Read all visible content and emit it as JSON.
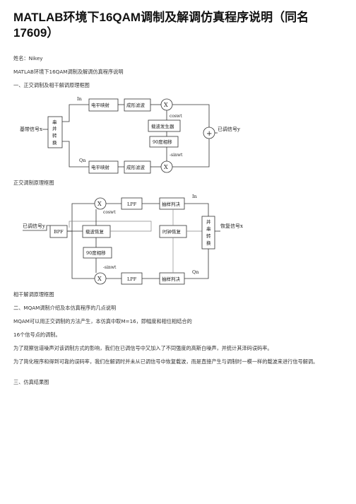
{
  "doc": {
    "title": "MATLAB环境下16QAM调制及解调仿真程序说明（同名17609）",
    "author": "姓名：Nikey",
    "subtitle": "MATLAB环境下16QAM调制及解调仿真程序说明",
    "section1": "一、正交调制及相干解调原理框图",
    "caption1": "正交调制原理框图",
    "caption2": "相干解调原理框图",
    "section2": "二、MQAM调制介绍及本仿真程序的几点说明",
    "para1_line1": "MQAM可以用正交调制的方法产生，本仿真中取M=16，即幅度和相位相结合的",
    "para1_line2": "16个信号点的调制。",
    "para2": "为了观察信道噪声对该调制方式的影响，我们在已调信号中又加入了不同强度的高斯白噪声，并统计其泽码误码率。",
    "para3": "为了简化程序和得到可靠的误码率，我们在解调时并未从已调信号中恢复载波，而是直接产生与调制时一模一样的载波来进行信号解调。",
    "section3": "三、仿真结果图"
  },
  "mod_diagram": {
    "input_label": "基带信号x",
    "sp_block": "串\n并\n转\n换",
    "branch_i": "In",
    "branch_q": "Qn",
    "level_map": "电平映射",
    "pulse_shape": "成形滤波",
    "multiply_symbol": "X",
    "carrier_gen": "载波发生器",
    "phase_shift": "90度相移",
    "cos_label": "coswt",
    "sin_label": "-sinwt",
    "adder_symbol": "+",
    "output_label": "已调信号y"
  },
  "demod_diagram": {
    "input_label": "已调信号y",
    "bpf": "BPF",
    "carrier_recovery": "载波恢复",
    "phase_shift": "90度相移",
    "lpf": "LPF",
    "sample_decide": "抽样判决",
    "clock_recovery": "时钟恢复",
    "ps_block": "并\n串\n转\n换",
    "output_label": "恢复信号x",
    "multiply_symbol": "X",
    "cos_label": "coswt",
    "sin_label": "-sinwt",
    "branch_i": "In",
    "branch_q": "Qn"
  }
}
